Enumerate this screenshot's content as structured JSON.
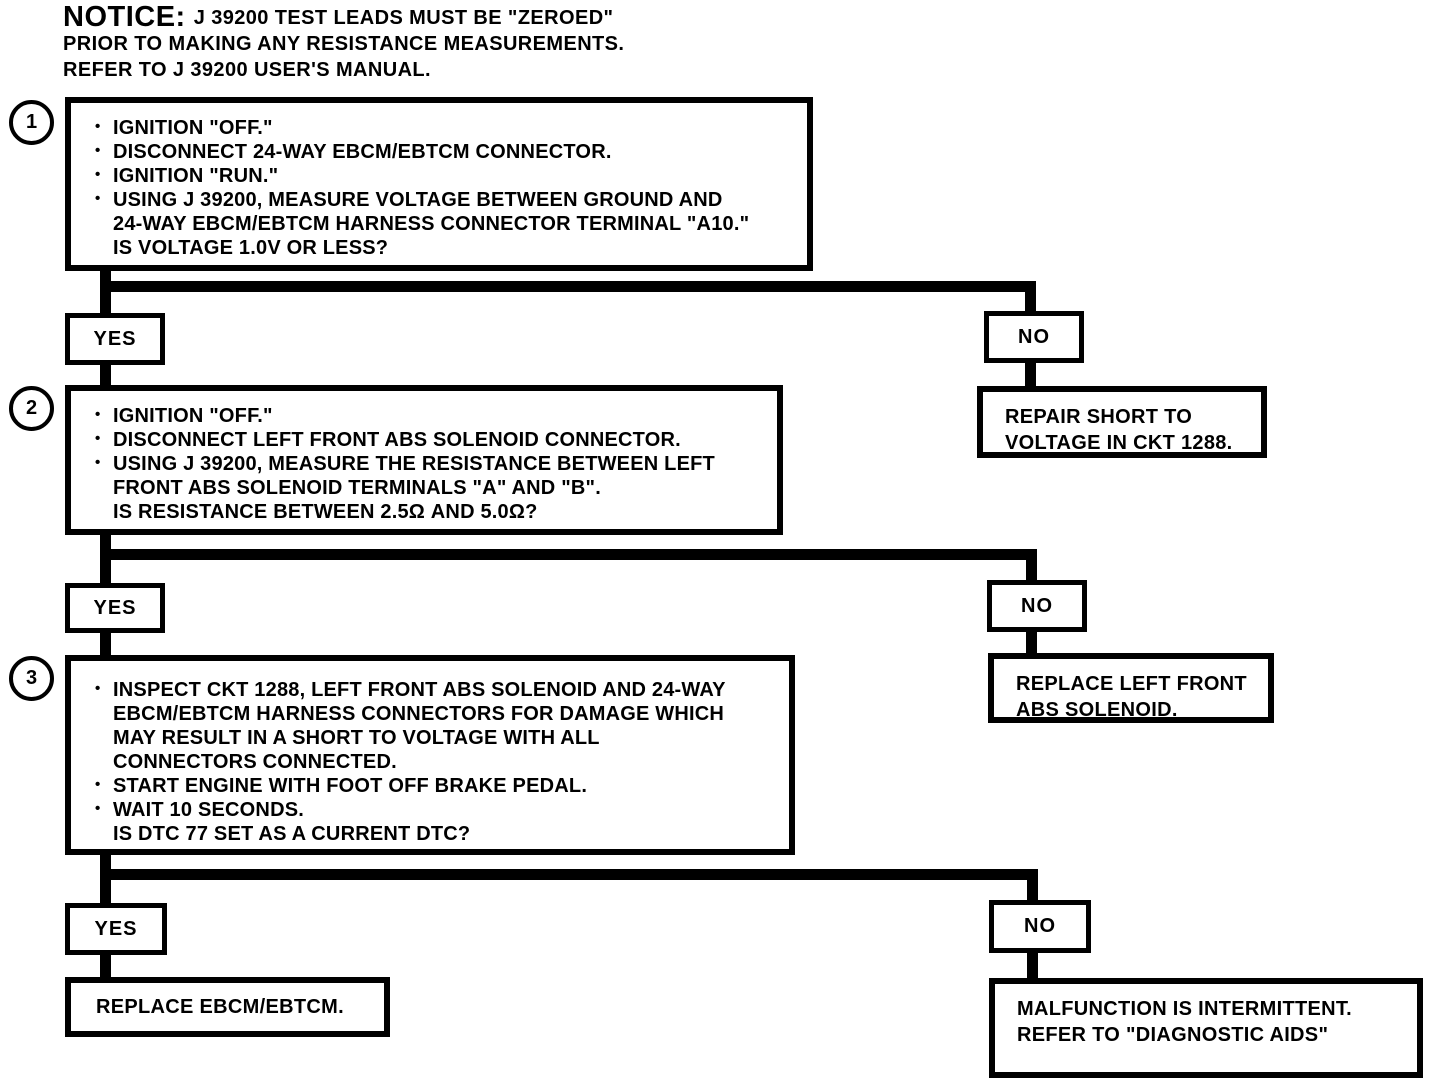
{
  "glyphs": {
    "bullet": "•"
  },
  "colors": {
    "ink": "#000000",
    "paper": "#ffffff"
  },
  "notice": {
    "label": "NOTICE:",
    "line1": "J 39200 TEST LEADS MUST BE \"ZEROED\"",
    "line2": "PRIOR TO MAKING ANY RESISTANCE MEASUREMENTS.",
    "line3": "REFER TO J 39200 USER'S MANUAL."
  },
  "step1": {
    "number": "1",
    "lines": [
      {
        "bullet": true,
        "text": "IGNITION \"OFF.\""
      },
      {
        "bullet": true,
        "text": "DISCONNECT 24-WAY EBCM/EBTCM CONNECTOR."
      },
      {
        "bullet": true,
        "text": "IGNITION \"RUN.\""
      },
      {
        "bullet": true,
        "text": "USING J 39200, MEASURE VOLTAGE BETWEEN GROUND AND"
      },
      {
        "bullet": false,
        "text": "24-WAY EBCM/EBTCM HARNESS CONNECTOR TERMINAL \"A10.\""
      },
      {
        "bullet": false,
        "text": "IS VOLTAGE 1.0V OR LESS?"
      }
    ]
  },
  "step2": {
    "number": "2",
    "lines": [
      {
        "bullet": true,
        "text": "IGNITION \"OFF.\""
      },
      {
        "bullet": true,
        "text": "DISCONNECT LEFT FRONT ABS SOLENOID CONNECTOR."
      },
      {
        "bullet": true,
        "text": "USING J 39200, MEASURE THE RESISTANCE BETWEEN LEFT"
      },
      {
        "bullet": false,
        "text": "FRONT ABS SOLENOID TERMINALS \"A\" AND \"B\"."
      },
      {
        "bullet": false,
        "text": "IS RESISTANCE BETWEEN 2.5Ω AND 5.0Ω?"
      }
    ]
  },
  "step3": {
    "number": "3",
    "lines": [
      {
        "bullet": true,
        "text": "INSPECT CKT 1288, LEFT FRONT ABS SOLENOID AND 24-WAY"
      },
      {
        "bullet": false,
        "text": "EBCM/EBTCM HARNESS CONNECTORS FOR DAMAGE WHICH"
      },
      {
        "bullet": false,
        "text": "MAY RESULT IN A SHORT TO VOLTAGE WITH ALL"
      },
      {
        "bullet": false,
        "text": "CONNECTORS CONNECTED."
      },
      {
        "bullet": true,
        "text": "START ENGINE WITH FOOT OFF BRAKE PEDAL."
      },
      {
        "bullet": true,
        "text": "WAIT 10 SECONDS."
      },
      {
        "bullet": false,
        "text": "IS DTC 77 SET AS A CURRENT DTC?"
      }
    ]
  },
  "branch1": {
    "yes": "YES",
    "no": "NO"
  },
  "branch2": {
    "yes": "YES",
    "no": "NO"
  },
  "branch3": {
    "yes": "YES",
    "no": "NO"
  },
  "outcomes": {
    "repair_short": {
      "line1": "REPAIR SHORT TO",
      "line2": "VOLTAGE IN CKT 1288."
    },
    "replace_lf_solenoid": {
      "line1": "REPLACE LEFT FRONT",
      "line2": "ABS SOLENOID."
    },
    "replace_ebcm": {
      "line1": "REPLACE EBCM/EBTCM."
    },
    "intermittent": {
      "line1": "MALFUNCTION IS INTERMITTENT.",
      "line2": "REFER TO \"DIAGNOSTIC AIDS\""
    }
  }
}
